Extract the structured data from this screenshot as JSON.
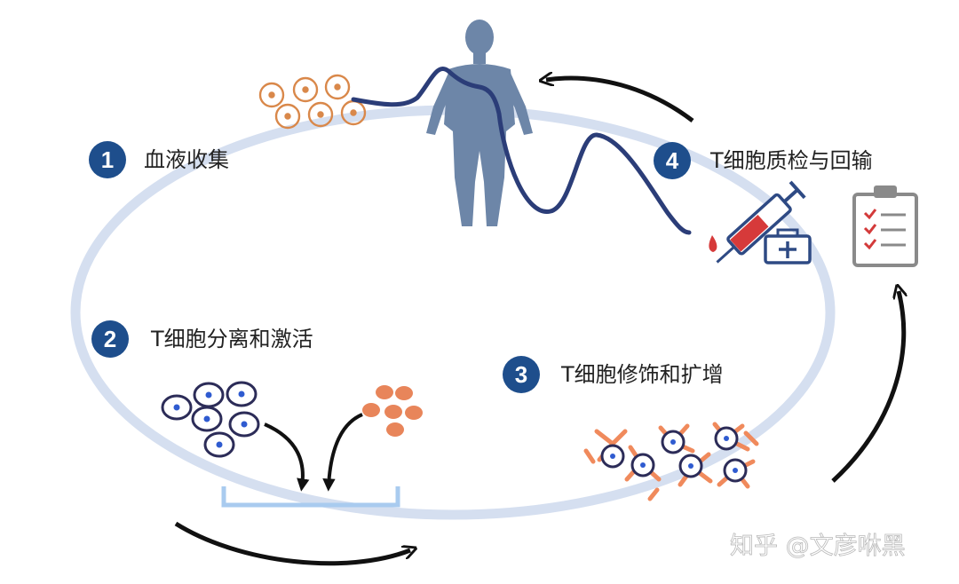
{
  "steps": [
    {
      "number": "1",
      "label": "血液收集"
    },
    {
      "number": "2",
      "label": "T细胞分离和激活"
    },
    {
      "number": "3",
      "label": "T细胞修饰和扩增"
    },
    {
      "number": "4",
      "label": "T细胞质检与回输"
    }
  ],
  "watermark": "知乎 @文彦咻黑",
  "colors": {
    "badge": "#1e4e8c",
    "cycle_ring": "#d5dff0",
    "human": "#6d86a8",
    "tube": "#2b3d78",
    "orange_cell": "#d9884a",
    "t_cell_outline": "#2c2c58",
    "t_cell_nucleus": "#2f5bd0",
    "car_receptor": "#f08a5c",
    "tray": "#a9cbef",
    "arrow": "#111111",
    "syringe": "#2e4a84",
    "syringe_fill": "#d63a3a",
    "clipboard": "#8a8a8a",
    "check": "#d33a3a"
  }
}
